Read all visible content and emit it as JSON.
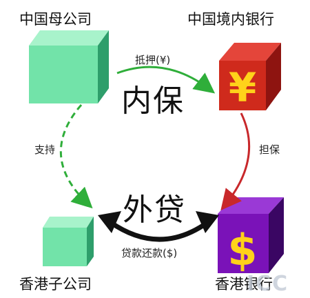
{
  "nodes": {
    "parent_company": "中国母公司",
    "domestic_bank": "中国境内银行",
    "hk_subsidiary": "香港子公司",
    "hk_bank": "香港银行"
  },
  "edges": {
    "mortgage": "抵押(¥)",
    "guarantee": "担保",
    "support": "支持",
    "loan_repay": "贷款还款($)"
  },
  "big_labels": {
    "inner": "内保",
    "outer": "外贷"
  },
  "symbols": {
    "yuan": "¥",
    "dollar": "$"
  },
  "watermark": "ICC",
  "colors": {
    "green_box": "#6fe3a8",
    "red_box": "#d42a1c",
    "purple_box": "#7a10b8",
    "arrow_green": "#2fae3a",
    "arrow_red": "#c8282b",
    "symbol_yellow": "#ffd21a"
  }
}
